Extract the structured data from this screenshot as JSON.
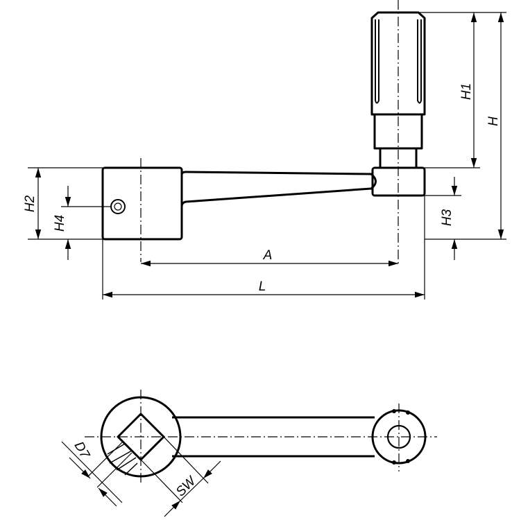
{
  "title": "Crank handle technical drawing",
  "dimensions": {
    "H": "H",
    "H1": "H1",
    "H2": "H2",
    "H3": "H3",
    "H4": "H4",
    "A": "A",
    "L": "L",
    "D7": "D7",
    "SW": "SW"
  },
  "colors": {
    "line": "#000000",
    "background": "#ffffff"
  }
}
